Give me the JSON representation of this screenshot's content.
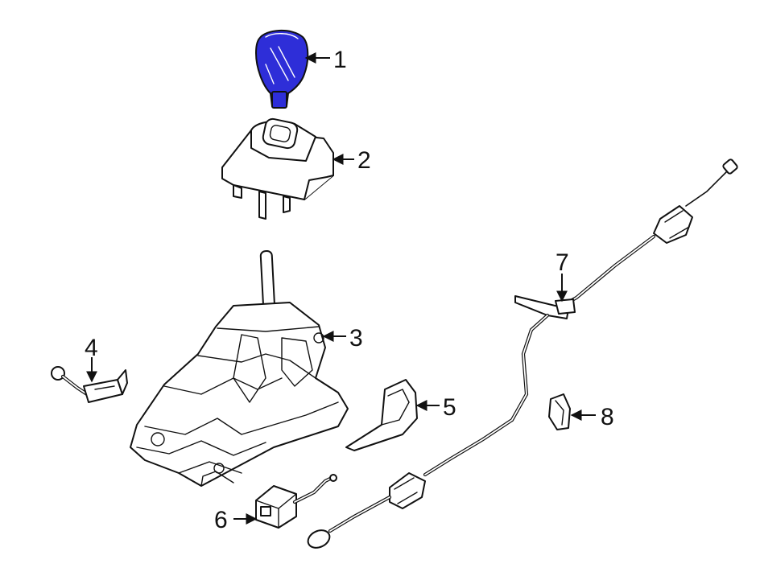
{
  "highlight_color": "#2e2ed8",
  "line_color": "#111111",
  "background_color": "#ffffff",
  "callouts": [
    {
      "id": 1,
      "label": "1"
    },
    {
      "id": 2,
      "label": "2"
    },
    {
      "id": 3,
      "label": "3"
    },
    {
      "id": 4,
      "label": "4"
    },
    {
      "id": 5,
      "label": "5"
    },
    {
      "id": 6,
      "label": "6"
    },
    {
      "id": 7,
      "label": "7"
    },
    {
      "id": 8,
      "label": "8"
    }
  ]
}
